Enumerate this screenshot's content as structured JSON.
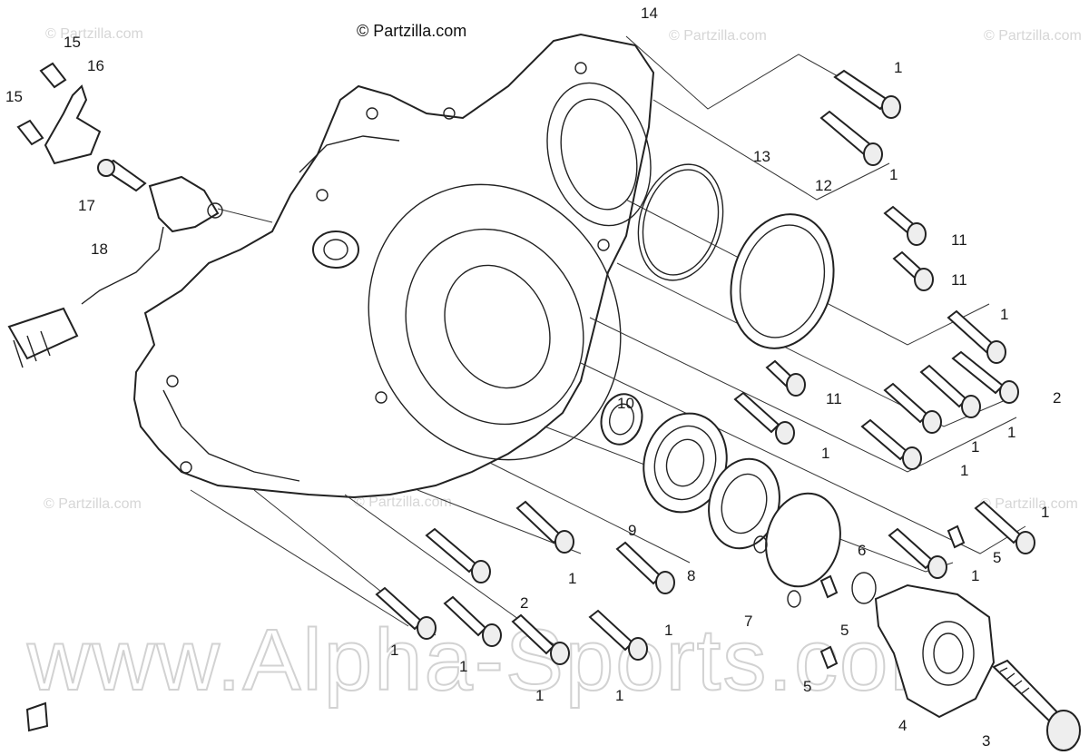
{
  "copyright": "© Partzilla.com",
  "watermark_small": "© Partzilla.com",
  "watermark_big": "www.Alpha-Sports.com",
  "callouts": [
    "1",
    "2",
    "3",
    "4",
    "5",
    "6",
    "7",
    "8",
    "9",
    "10",
    "11",
    "12",
    "13",
    "14",
    "15",
    "16",
    "17",
    "18"
  ],
  "colors": {
    "line": "#222222",
    "watermark": "#d2d2d2",
    "background": "#ffffff"
  }
}
